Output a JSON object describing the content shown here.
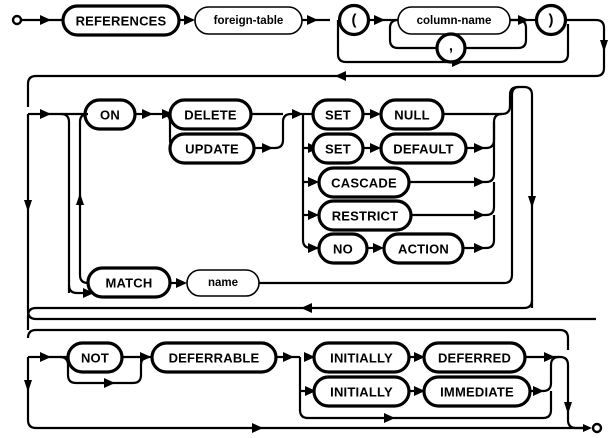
{
  "diagram": {
    "name": "REFERENCES foreign-key clause railroad diagram",
    "type": "railroad-syntax-diagram",
    "colors": {
      "line": "#000000",
      "background": "#ffffff",
      "text": "#000000"
    },
    "start_marker": "circle-arrow-start",
    "end_marker": "arrow-circle-end",
    "rows": [
      {
        "id": "row-references",
        "nodes": [
          {
            "id": "references",
            "label": "REFERENCES",
            "kind": "terminal"
          },
          {
            "id": "foreign-table",
            "label": "foreign-table",
            "kind": "nonterminal"
          },
          {
            "id": "lparen",
            "label": "(",
            "kind": "terminal-punct"
          },
          {
            "id": "column-name",
            "label": "column-name",
            "kind": "nonterminal"
          },
          {
            "id": "comma",
            "label": ",",
            "kind": "terminal-punct"
          },
          {
            "id": "rparen",
            "label": ")",
            "kind": "terminal-punct"
          }
        ]
      },
      {
        "id": "row-on-action",
        "nodes": [
          {
            "id": "on",
            "label": "ON",
            "kind": "terminal"
          },
          {
            "id": "delete",
            "label": "DELETE",
            "kind": "terminal"
          },
          {
            "id": "update",
            "label": "UPDATE",
            "kind": "terminal"
          },
          {
            "id": "set-null-set",
            "label": "SET",
            "kind": "terminal"
          },
          {
            "id": "null",
            "label": "NULL",
            "kind": "terminal"
          },
          {
            "id": "set-default-set",
            "label": "SET",
            "kind": "terminal"
          },
          {
            "id": "default",
            "label": "DEFAULT",
            "kind": "terminal"
          },
          {
            "id": "cascade",
            "label": "CASCADE",
            "kind": "terminal"
          },
          {
            "id": "restrict",
            "label": "RESTRICT",
            "kind": "terminal"
          },
          {
            "id": "no",
            "label": "NO",
            "kind": "terminal"
          },
          {
            "id": "action",
            "label": "ACTION",
            "kind": "terminal"
          }
        ]
      },
      {
        "id": "row-match",
        "nodes": [
          {
            "id": "match",
            "label": "MATCH",
            "kind": "terminal"
          },
          {
            "id": "name",
            "label": "name",
            "kind": "nonterminal"
          }
        ]
      },
      {
        "id": "row-deferrable",
        "nodes": [
          {
            "id": "not",
            "label": "NOT",
            "kind": "terminal"
          },
          {
            "id": "deferrable",
            "label": "DEFERRABLE",
            "kind": "terminal"
          },
          {
            "id": "initially-deferred-initially",
            "label": "INITIALLY",
            "kind": "terminal"
          },
          {
            "id": "deferred",
            "label": "DEFERRED",
            "kind": "terminal"
          },
          {
            "id": "initially-immediate-initially",
            "label": "INITIALLY",
            "kind": "terminal"
          },
          {
            "id": "immediate",
            "label": "IMMEDIATE",
            "kind": "terminal"
          }
        ]
      }
    ],
    "labels": {
      "references": "REFERENCES",
      "foreign_table": "foreign-table",
      "lparen": "(",
      "column_name": "column-name",
      "comma": ",",
      "rparen": ")",
      "on": "ON",
      "delete": "DELETE",
      "update": "UPDATE",
      "set1": "SET",
      "null": "NULL",
      "set2": "SET",
      "default": "DEFAULT",
      "cascade": "CASCADE",
      "restrict": "RESTRICT",
      "no": "NO",
      "action": "ACTION",
      "match": "MATCH",
      "name": "name",
      "not": "NOT",
      "deferrable": "DEFERRABLE",
      "initially1": "INITIALLY",
      "deferred": "DEFERRED",
      "initially2": "INITIALLY",
      "immediate": "IMMEDIATE"
    }
  }
}
